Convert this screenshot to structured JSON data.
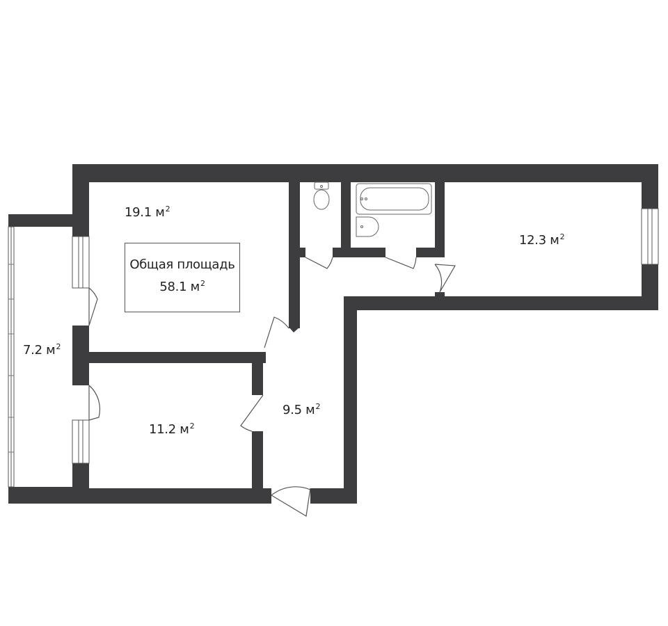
{
  "summary": {
    "title": "Общая площадь",
    "value": "58.1 м",
    "unit_superscript": "2"
  },
  "rooms": [
    {
      "id": "living-room",
      "area": "19.1 м",
      "sup": "2"
    },
    {
      "id": "bedroom-right",
      "area": "12.3 м",
      "sup": "2"
    },
    {
      "id": "balcony",
      "area": "7.2 м",
      "sup": "2"
    },
    {
      "id": "hallway",
      "area": "9.5 м",
      "sup": "2"
    },
    {
      "id": "bedroom-bottom",
      "area": "11.2 м",
      "sup": "2"
    }
  ],
  "colors": {
    "wall": "#3d3d3f",
    "background": "#ffffff",
    "fixture_stroke": "#555555"
  }
}
